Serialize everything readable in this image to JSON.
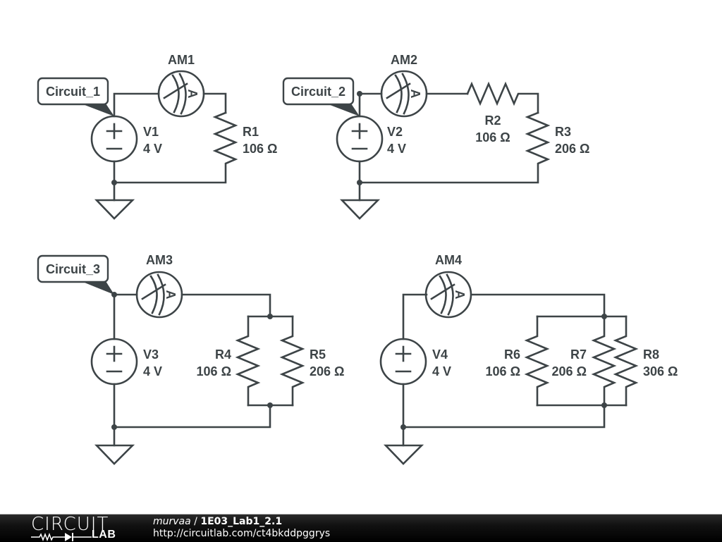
{
  "schematic": {
    "circuits": [
      {
        "label": "Circuit_1",
        "source": {
          "name": "V1",
          "value": "4 V"
        },
        "ammeter": {
          "name": "AM1",
          "symbol": "A"
        },
        "resistors": [
          {
            "name": "R1",
            "value": "106 Ω"
          }
        ],
        "topology": "series"
      },
      {
        "label": "Circuit_2",
        "source": {
          "name": "V2",
          "value": "4 V"
        },
        "ammeter": {
          "name": "AM2",
          "symbol": "A"
        },
        "resistors": [
          {
            "name": "R2",
            "value": "106 Ω"
          },
          {
            "name": "R3",
            "value": "206 Ω"
          }
        ],
        "topology": "series"
      },
      {
        "label": "Circuit_3",
        "source": {
          "name": "V3",
          "value": "4 V"
        },
        "ammeter": {
          "name": "AM3",
          "symbol": "A"
        },
        "resistors": [
          {
            "name": "R4",
            "value": "106 Ω"
          },
          {
            "name": "R5",
            "value": "206 Ω"
          }
        ],
        "topology": "parallel"
      },
      {
        "label": "",
        "source": {
          "name": "V4",
          "value": "4 V"
        },
        "ammeter": {
          "name": "AM4",
          "symbol": "A"
        },
        "resistors": [
          {
            "name": "R6",
            "value": "106 Ω"
          },
          {
            "name": "R7",
            "value": "206 Ω"
          },
          {
            "name": "R8",
            "value": "306 Ω"
          }
        ],
        "topology": "parallel"
      }
    ],
    "colors": {
      "wire": "#3d4447",
      "footer_bg": "#000000",
      "footer_text": "#ffffff"
    }
  },
  "footer": {
    "logo_top": "CIRCUIT",
    "logo_bottom": "LAB",
    "user": "murvaa",
    "separator": " / ",
    "title": "1E03_Lab1_2.1",
    "url": "http://circuitlab.com/ct4bkddpggrys"
  }
}
